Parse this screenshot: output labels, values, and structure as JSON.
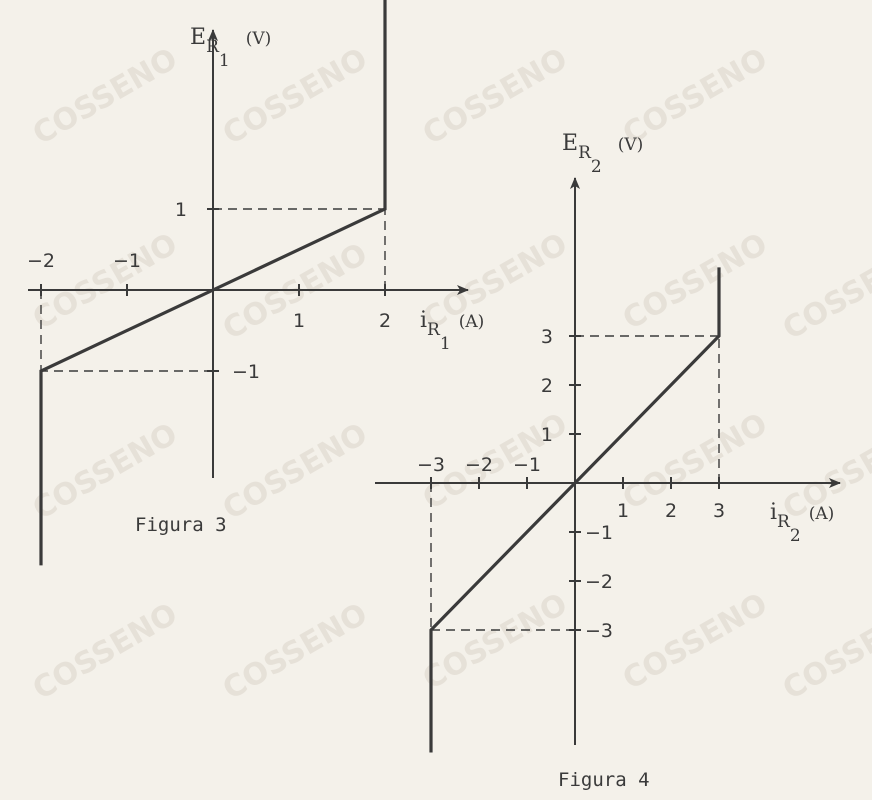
{
  "chart_data": [
    {
      "type": "line",
      "caption": "Figura 3",
      "ylabel": {
        "main": "E",
        "sub": "R",
        "subsub": "1",
        "unit": "(V)"
      },
      "xlabel": {
        "main": "i",
        "sub": "R",
        "subsub": "1",
        "unit": "(A)"
      },
      "x_ticks": [
        {
          "value": -2,
          "label": "−2"
        },
        {
          "value": -1,
          "label": "−1"
        },
        {
          "value": 1,
          "label": "1"
        },
        {
          "value": 2,
          "label": "2"
        }
      ],
      "y_ticks": [
        {
          "value": 1,
          "label": "1"
        },
        {
          "value": -1,
          "label": "−1"
        }
      ],
      "series": [
        {
          "points": [
            [
              -2,
              -3.4
            ],
            [
              -2,
              -1
            ],
            [
              2,
              1
            ],
            [
              2,
              3.9
            ]
          ]
        }
      ],
      "guides": [
        [
          -2,
          -1
        ],
        [
          2,
          1
        ]
      ]
    },
    {
      "type": "line",
      "caption": "Figura 4",
      "ylabel": {
        "main": "E",
        "sub": "R",
        "subsub": "2",
        "unit": "(V)"
      },
      "xlabel": {
        "main": "i",
        "sub": "R",
        "subsub": "2",
        "unit": "(A)"
      },
      "x_ticks": [
        {
          "value": -3,
          "label": "−3"
        },
        {
          "value": -2,
          "label": "−2"
        },
        {
          "value": -1,
          "label": "−1"
        },
        {
          "value": 1,
          "label": "1"
        },
        {
          "value": 2,
          "label": "2"
        },
        {
          "value": 3,
          "label": "3"
        }
      ],
      "y_ticks": [
        {
          "value": 3,
          "label": "3"
        },
        {
          "value": 2,
          "label": "2"
        },
        {
          "value": 1,
          "label": "1"
        },
        {
          "value": -1,
          "label": "−1"
        },
        {
          "value": -2,
          "label": "−2"
        },
        {
          "value": -3,
          "label": "−3"
        }
      ],
      "series": [
        {
          "points": [
            [
              -3,
              -5.5
            ],
            [
              -3,
              -3
            ],
            [
              3,
              3
            ],
            [
              3,
              4.4
            ]
          ]
        }
      ],
      "guides": [
        [
          -3,
          -3
        ],
        [
          3,
          3
        ]
      ]
    }
  ],
  "watermark": {
    "text": "COSSENO"
  },
  "colors": {
    "ink": "#3a3a3a",
    "paper": "#f4f1ea",
    "watermark": "#e6e1d8"
  }
}
